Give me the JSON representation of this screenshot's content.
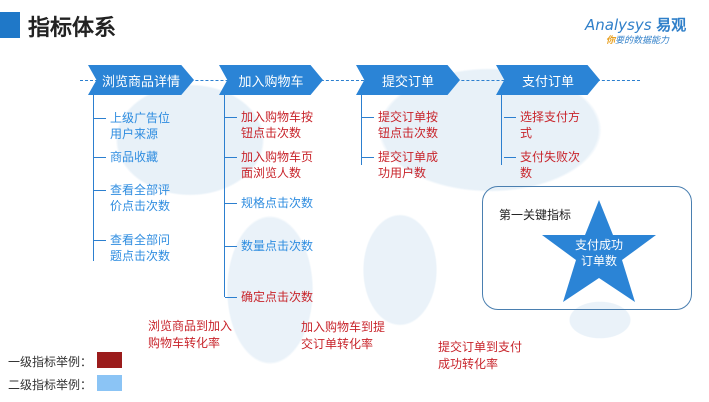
{
  "title": "指标体系",
  "logo": {
    "brand": "Analysys",
    "brand_cn": "易观",
    "tagline_accent": "你",
    "tagline": "要的数据能力"
  },
  "stages": [
    "浏览商品详情",
    "加入购物车",
    "提交订单",
    "支付订单"
  ],
  "columns": [
    [
      {
        "text": "上级广告位\n用户来源",
        "level": 2
      },
      {
        "text": "商品收藏",
        "level": 2
      },
      {
        "text": "查看全部评\n价点击次数",
        "level": 2
      },
      {
        "text": "查看全部问\n题点击次数",
        "level": 2
      }
    ],
    [
      {
        "text": "加入购物车按\n钮点击次数",
        "level": 1
      },
      {
        "text": "加入购物车页\n面浏览人数",
        "level": 1
      },
      {
        "text": "规格点击次数",
        "level": 2
      },
      {
        "text": "数量点击次数",
        "level": 2
      },
      {
        "text": "确定点击次数",
        "level": 1
      }
    ],
    [
      {
        "text": "提交订单按\n钮点击次数",
        "level": 1
      },
      {
        "text": "提交订单成\n功用户数",
        "level": 1
      }
    ],
    [
      {
        "text": "选择支付方\n式",
        "level": 1
      },
      {
        "text": "支付失败次\n数",
        "level": 1
      }
    ]
  ],
  "rates": [
    "浏览商品到加入\n购物车转化率",
    "加入购物车到提\n交订单转化率",
    "提交订单到支付\n成功转化率"
  ],
  "key_metric": {
    "label": "第一关键指标",
    "value": "支付成功\n订单数"
  },
  "legend": [
    {
      "label": "一级指标举例：",
      "color": "#9b1c1c"
    },
    {
      "label": "二级指标举例：",
      "color": "#8bc4f5"
    }
  ],
  "colors": {
    "level1_text": "#c8242b",
    "level2_text": "#2f8de0",
    "accent": "#2b84d6"
  }
}
